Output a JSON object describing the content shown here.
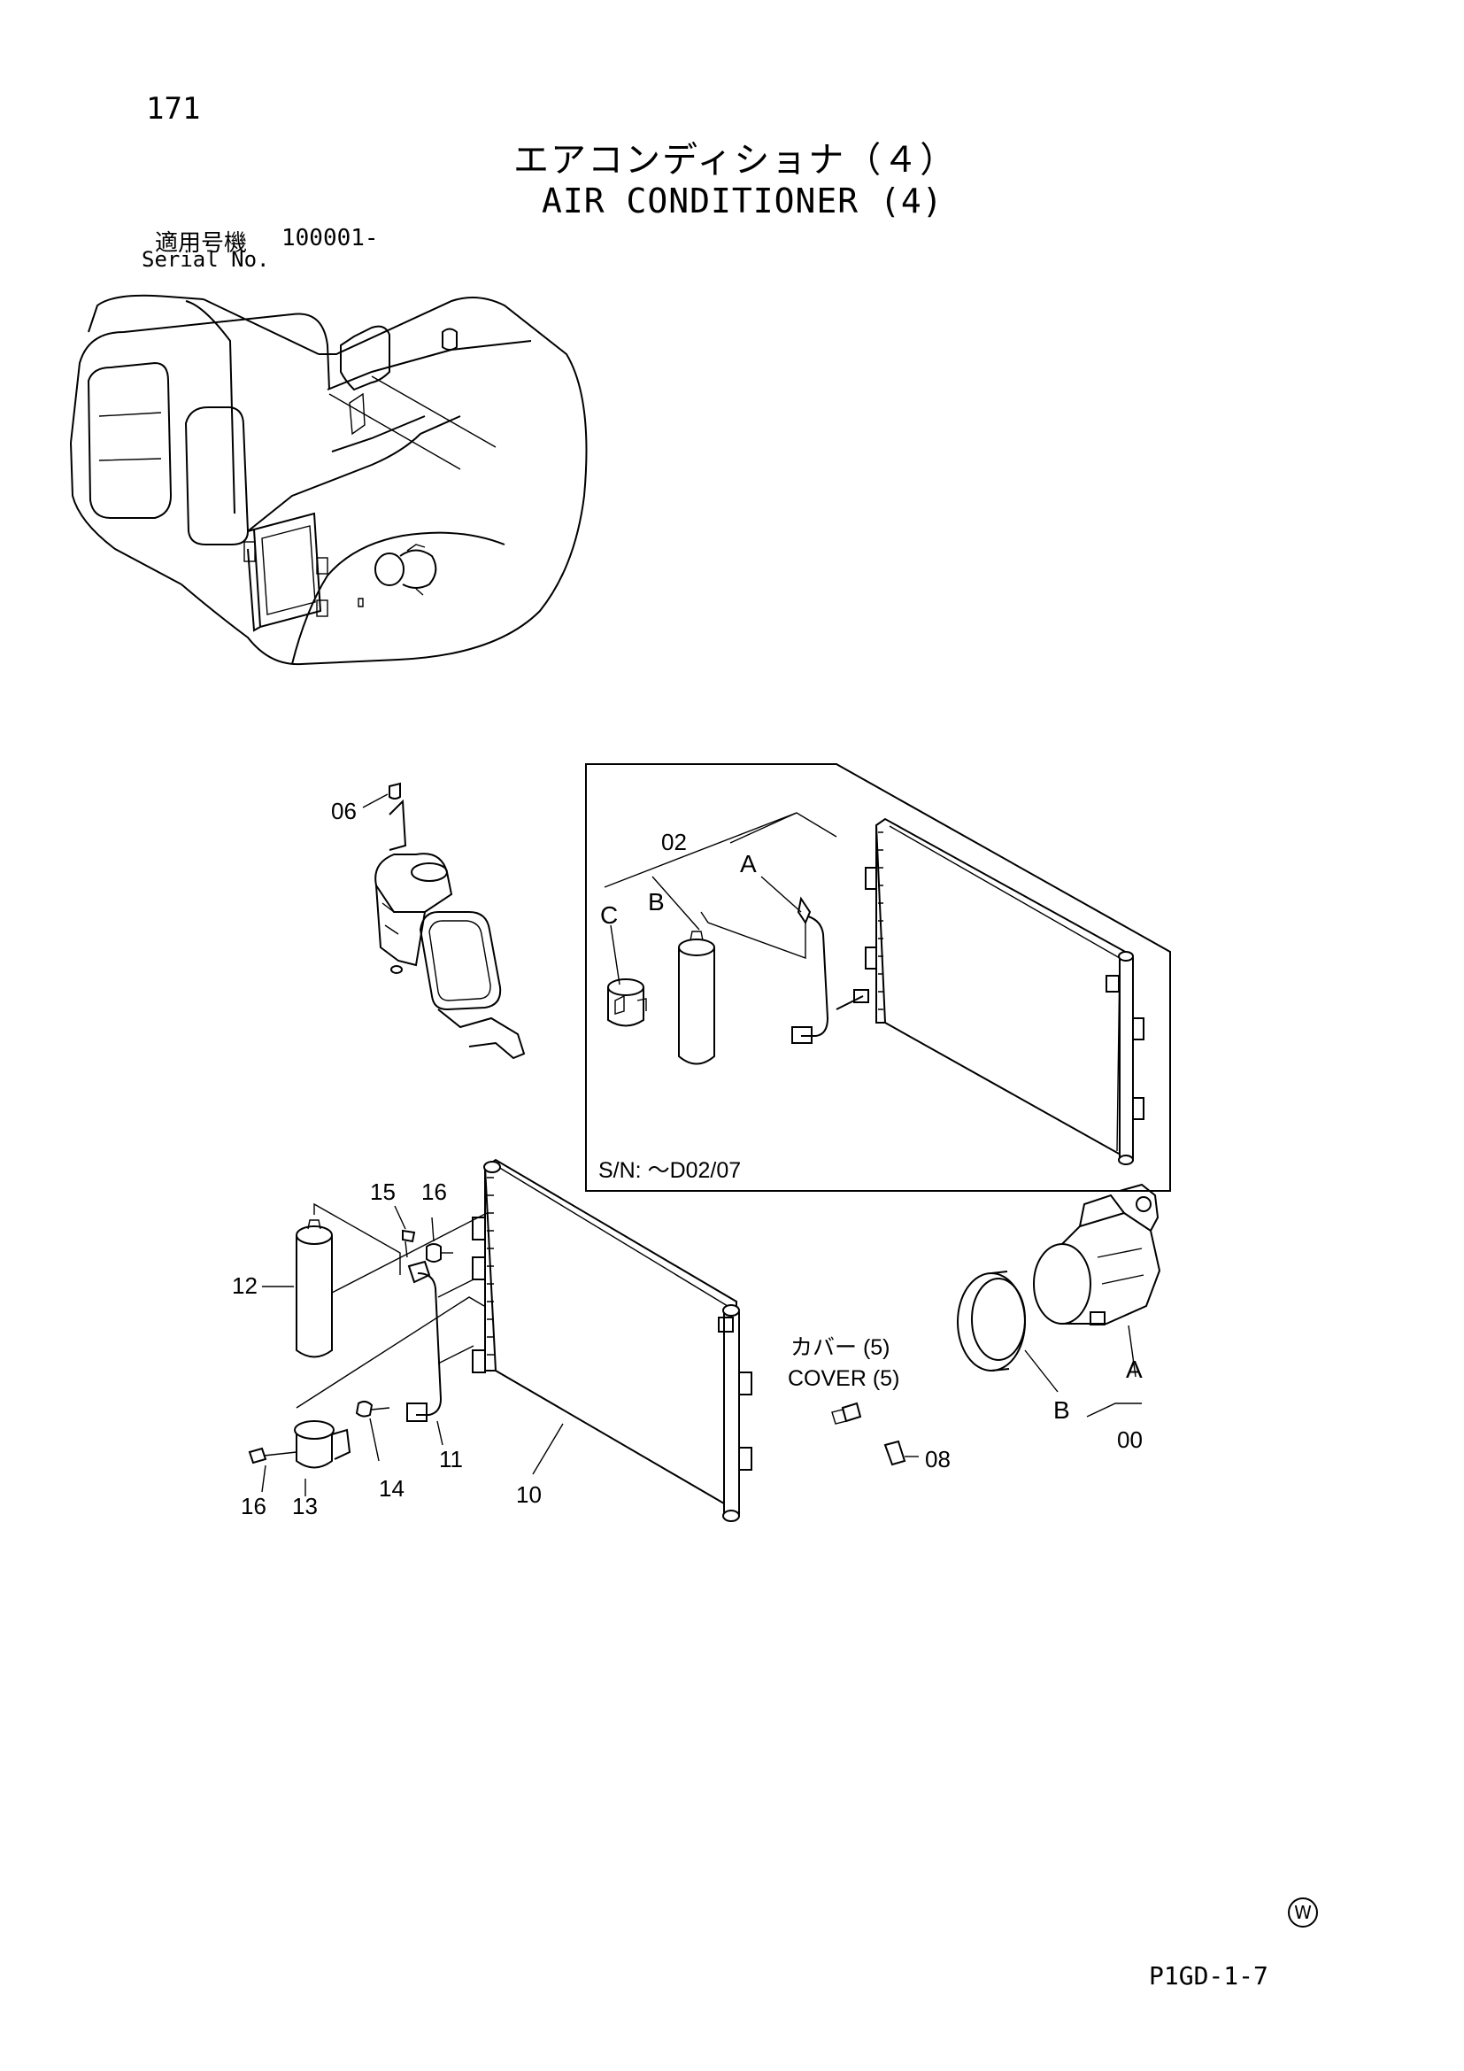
{
  "header": {
    "page_number": "171",
    "title_jp": "エアコンディショナ（４）",
    "title_en": "AIR CONDITIONER (4)",
    "serial_label_jp": "適用号機",
    "serial_value": "100001-",
    "serial_label_en": "Serial No."
  },
  "inset": {
    "serial_note": "S/N: ～D02/07",
    "labels": {
      "assembly": "02",
      "a": "A",
      "b": "B",
      "c": "C"
    }
  },
  "callouts": {
    "p06": "06",
    "p15": "15",
    "p16_top": "16",
    "p12": "12",
    "p11": "11",
    "p14": "14",
    "p16_bottom": "16",
    "p13": "13",
    "p10": "10",
    "cover_jp": "カバー (5)",
    "cover_en": "COVER (5)",
    "p08": "08",
    "compressor_a": "A",
    "compressor_b": "B",
    "p00": "00"
  },
  "footer": {
    "mark": "W",
    "code": "P1GD-1-7"
  }
}
